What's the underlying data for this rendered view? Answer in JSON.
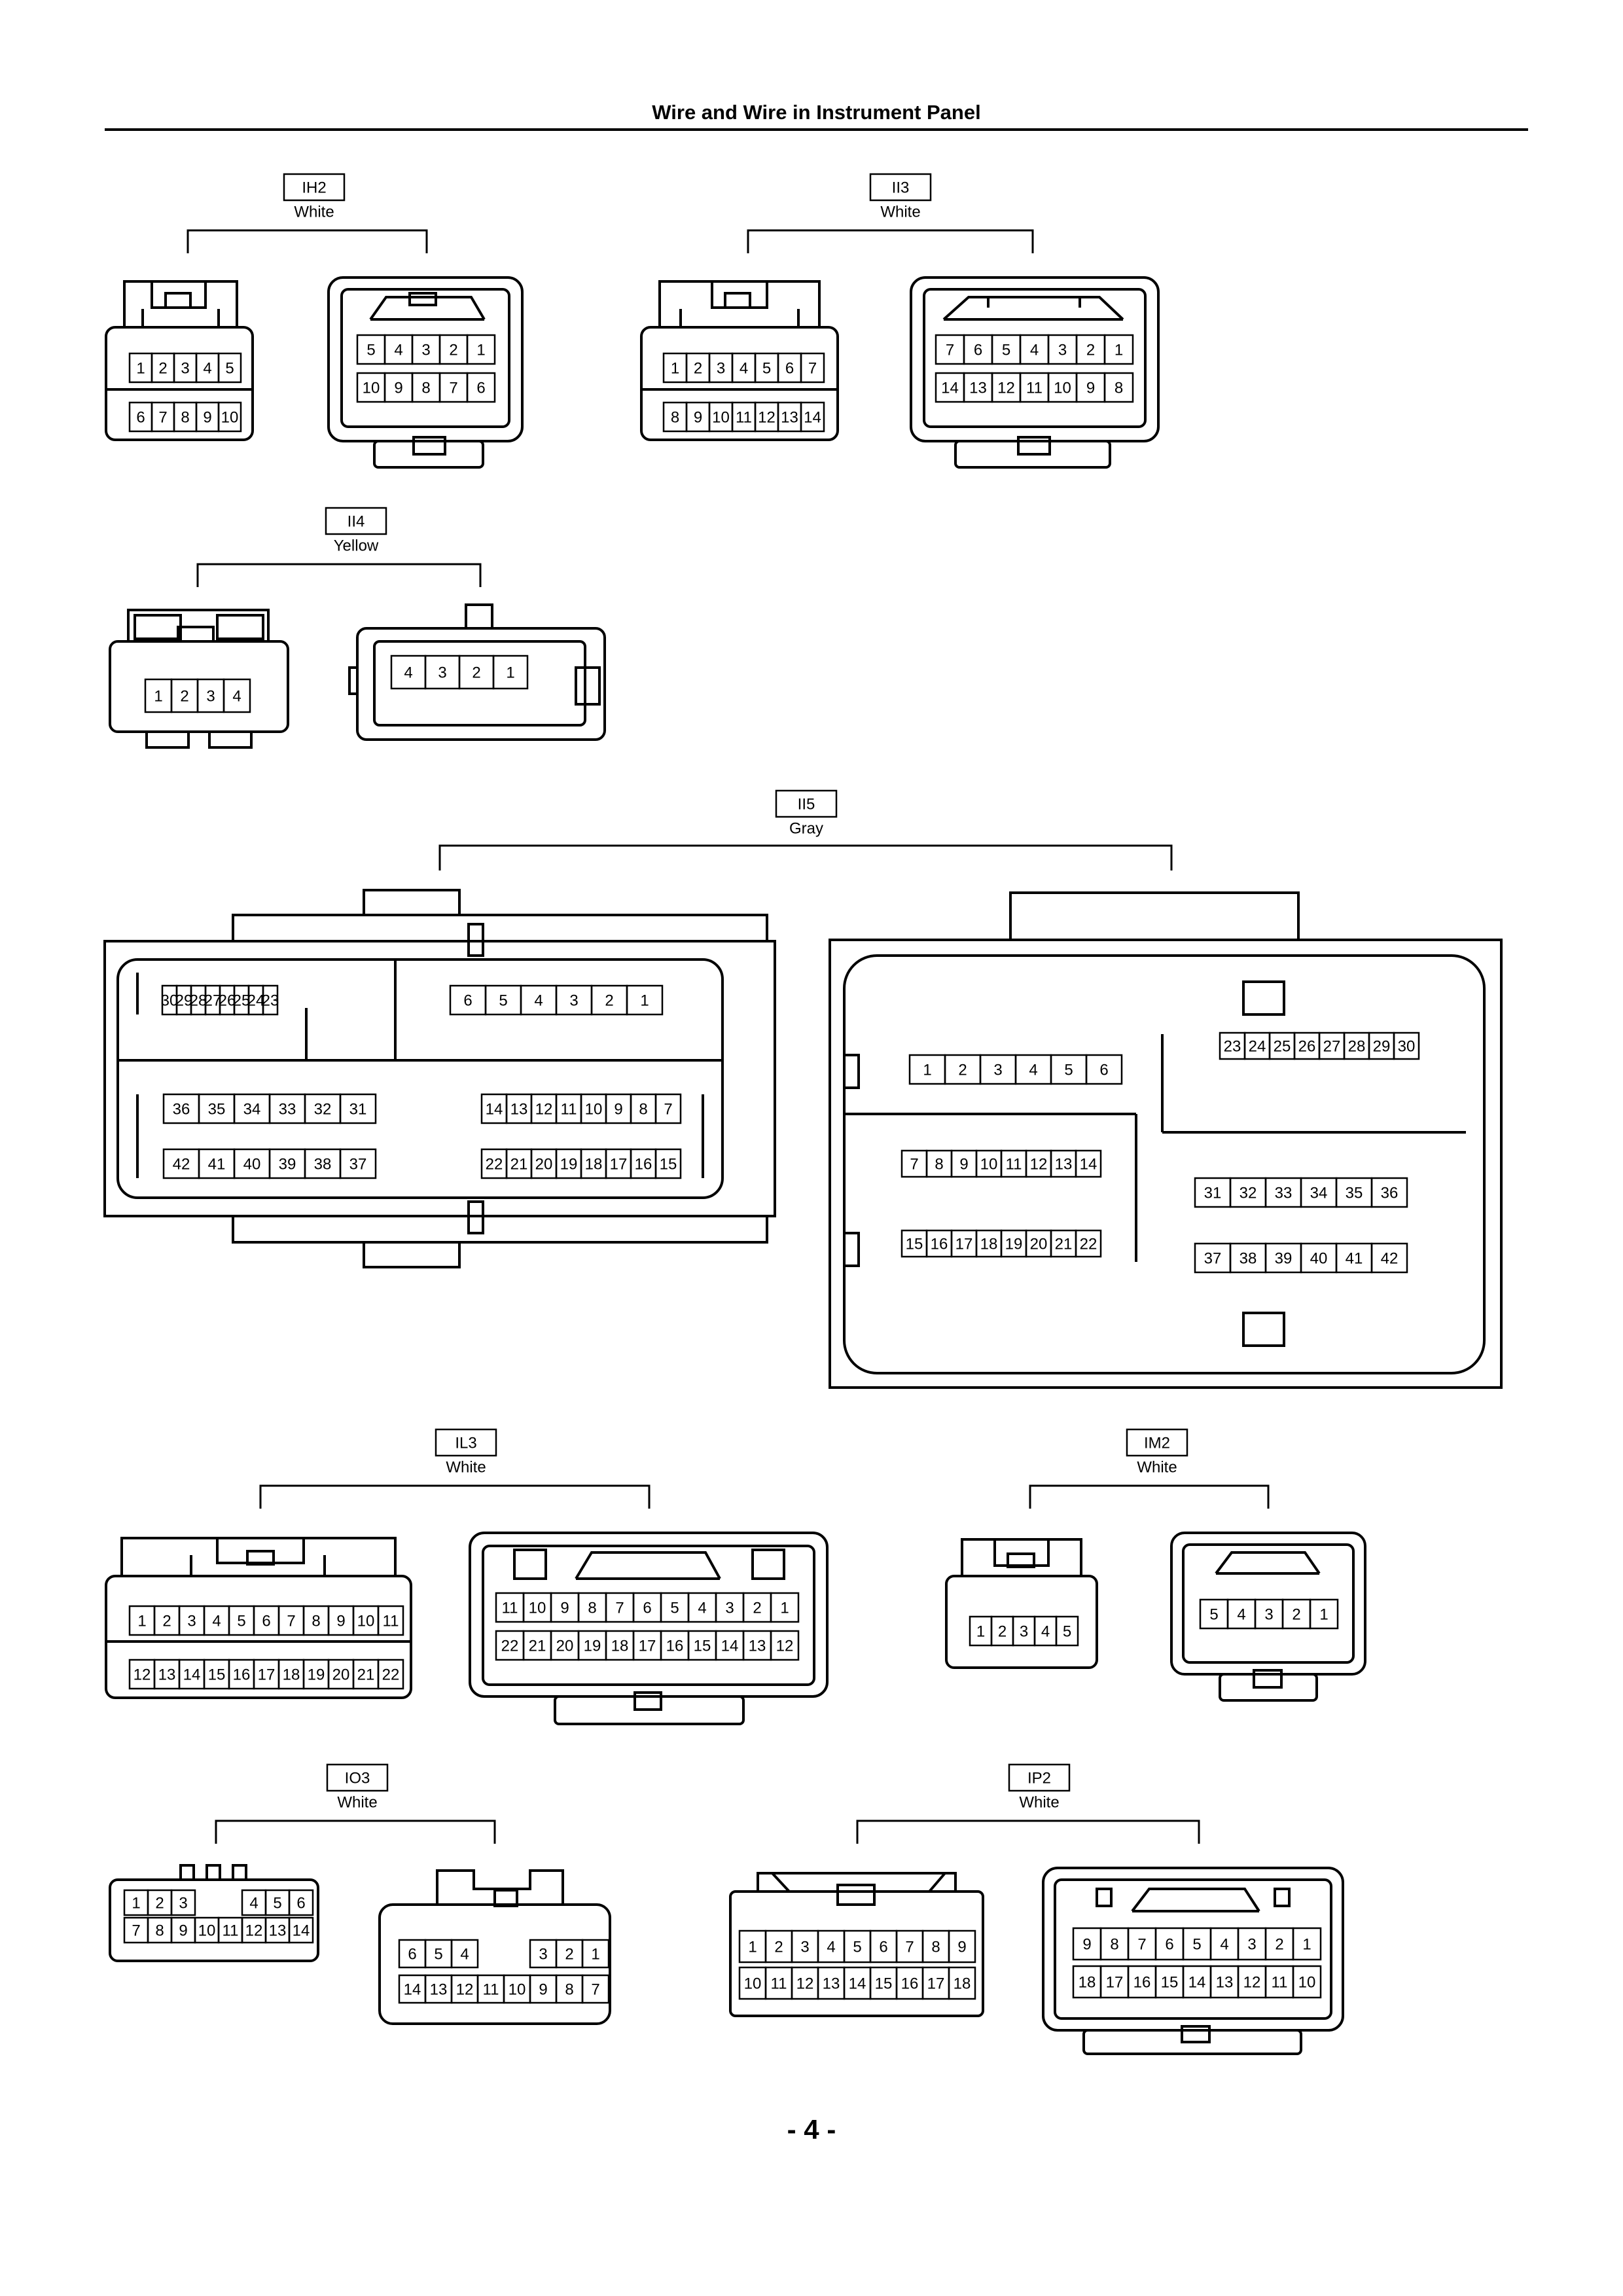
{
  "page": {
    "title": "Wire and Wire in Instrument Panel",
    "number": "- 4 -"
  },
  "connectors": {
    "IH2": {
      "code": "IH2",
      "color": "White",
      "female": {
        "rows": [
          [
            "1",
            "2",
            "3",
            "4",
            "5"
          ],
          [
            "6",
            "7",
            "8",
            "9",
            "10"
          ]
        ]
      },
      "male": {
        "rows": [
          [
            "5",
            "4",
            "3",
            "2",
            "1"
          ],
          [
            "10",
            "9",
            "8",
            "7",
            "6"
          ]
        ]
      }
    },
    "II3": {
      "code": "II3",
      "color": "White",
      "female": {
        "rows": [
          [
            "1",
            "2",
            "3",
            "4",
            "5",
            "6",
            "7"
          ],
          [
            "8",
            "9",
            "10",
            "11",
            "12",
            "13",
            "14"
          ]
        ]
      },
      "male": {
        "rows": [
          [
            "7",
            "6",
            "5",
            "4",
            "3",
            "2",
            "1"
          ],
          [
            "14",
            "13",
            "12",
            "11",
            "10",
            "9",
            "8"
          ]
        ]
      }
    },
    "II4": {
      "code": "II4",
      "color": "Yellow",
      "female": {
        "rows": [
          [
            "1",
            "2",
            "3",
            "4"
          ]
        ]
      },
      "male": {
        "rows": [
          [
            "4",
            "3",
            "2",
            "1"
          ]
        ]
      }
    },
    "II5": {
      "code": "II5",
      "color": "Gray",
      "female": {
        "rows": [
          [
            "30",
            "29",
            "28",
            "27",
            "26",
            "25",
            "24",
            "23"
          ],
          [
            "6",
            "5",
            "4",
            "3",
            "2",
            "1"
          ],
          [
            "36",
            "35",
            "34",
            "33",
            "32",
            "31"
          ],
          [
            "42",
            "41",
            "40",
            "39",
            "38",
            "37"
          ],
          [
            "14",
            "13",
            "12",
            "11",
            "10",
            "9",
            "8",
            "7"
          ],
          [
            "22",
            "21",
            "20",
            "19",
            "18",
            "17",
            "16",
            "15"
          ]
        ]
      },
      "male": {
        "rows": [
          [
            "1",
            "2",
            "3",
            "4",
            "5",
            "6"
          ],
          [
            "23",
            "24",
            "25",
            "26",
            "27",
            "28",
            "29",
            "30"
          ],
          [
            "7",
            "8",
            "9",
            "10",
            "11",
            "12",
            "13",
            "14"
          ],
          [
            "15",
            "16",
            "17",
            "18",
            "19",
            "20",
            "21",
            "22"
          ],
          [
            "31",
            "32",
            "33",
            "34",
            "35",
            "36"
          ],
          [
            "37",
            "38",
            "39",
            "40",
            "41",
            "42"
          ]
        ]
      }
    },
    "IL3": {
      "code": "IL3",
      "color": "White",
      "female": {
        "rows": [
          [
            "1",
            "2",
            "3",
            "4",
            "5",
            "6",
            "7",
            "8",
            "9",
            "10",
            "11"
          ],
          [
            "12",
            "13",
            "14",
            "15",
            "16",
            "17",
            "18",
            "19",
            "20",
            "21",
            "22"
          ]
        ]
      },
      "male": {
        "rows": [
          [
            "11",
            "10",
            "9",
            "8",
            "7",
            "6",
            "5",
            "4",
            "3",
            "2",
            "1"
          ],
          [
            "22",
            "21",
            "20",
            "19",
            "18",
            "17",
            "16",
            "15",
            "14",
            "13",
            "12"
          ]
        ]
      }
    },
    "IM2": {
      "code": "IM2",
      "color": "White",
      "female": {
        "rows": [
          [
            "1",
            "2",
            "3",
            "4",
            "5"
          ]
        ]
      },
      "male": {
        "rows": [
          [
            "5",
            "4",
            "3",
            "2",
            "1"
          ]
        ]
      }
    },
    "IO3": {
      "code": "IO3",
      "color": "White",
      "female": {
        "rows": [
          [
            "1",
            "2",
            "3",
            "",
            "",
            "4",
            "5",
            "6"
          ],
          [
            "7",
            "8",
            "9",
            "10",
            "11",
            "12",
            "13",
            "14"
          ]
        ]
      },
      "male": {
        "rows": [
          [
            "6",
            "5",
            "4",
            "",
            "",
            "3",
            "2",
            "1"
          ],
          [
            "14",
            "13",
            "12",
            "11",
            "10",
            "9",
            "8",
            "7"
          ]
        ]
      }
    },
    "IP2": {
      "code": "IP2",
      "color": "White",
      "female": {
        "rows": [
          [
            "1",
            "2",
            "3",
            "4",
            "5",
            "6",
            "7",
            "8",
            "9"
          ],
          [
            "10",
            "11",
            "12",
            "13",
            "14",
            "15",
            "16",
            "17",
            "18"
          ]
        ]
      },
      "male": {
        "rows": [
          [
            "9",
            "8",
            "7",
            "6",
            "5",
            "4",
            "3",
            "2",
            "1"
          ],
          [
            "18",
            "17",
            "16",
            "15",
            "14",
            "13",
            "12",
            "11",
            "10"
          ]
        ]
      }
    }
  }
}
